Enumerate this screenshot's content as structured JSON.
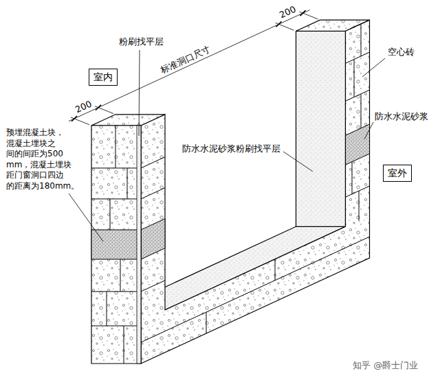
{
  "diagram": {
    "nodes": [
      {
        "text": [
          "室内"
        ]
      },
      {
        "text": [
          "室外"
        ]
      }
    ],
    "labels": [
      "粉刷找平层",
      "200",
      "标准洞口尺寸",
      "200",
      "空心砖",
      "防水水泥砂浆",
      "防水水泥砂浆粉刷找平层",
      "预埋混凝土块， 混凝土埋块之 间的间距为500 mm，混凝土埋块 距门窗洞口四边 的距离为180mm。",
      "知乎 @爵士门业"
    ]
  }
}
